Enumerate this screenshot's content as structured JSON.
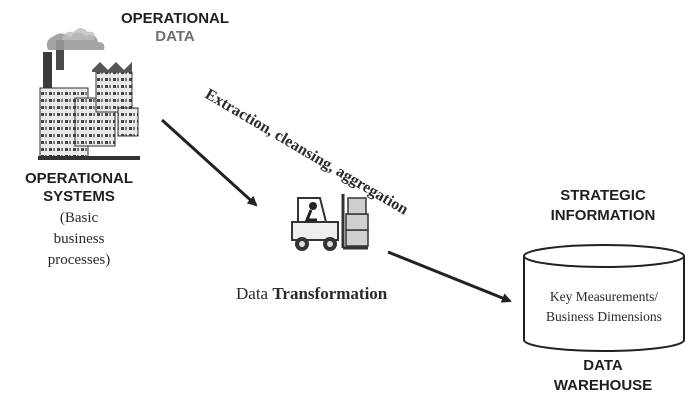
{
  "operational_data": {
    "line1": "OPERATIONAL",
    "line2": "DATA"
  },
  "operational_systems": {
    "line1": "OPERATIONAL",
    "line2": "SYSTEMS",
    "sub1": "(Basic",
    "sub2": "business",
    "sub3": "processes)"
  },
  "extraction_label": "Extraction, cleansing, aggregation",
  "transformation": {
    "prefix": "Data ",
    "bold": "Transformation"
  },
  "strategic": {
    "line1": "STRATEGIC",
    "line2": "INFORMATION"
  },
  "warehouse_contents": {
    "line1": "Key Measurements/",
    "line2": "Business Dimensions"
  },
  "data_warehouse": {
    "line1": "DATA",
    "line2": "WAREHOUSE"
  }
}
